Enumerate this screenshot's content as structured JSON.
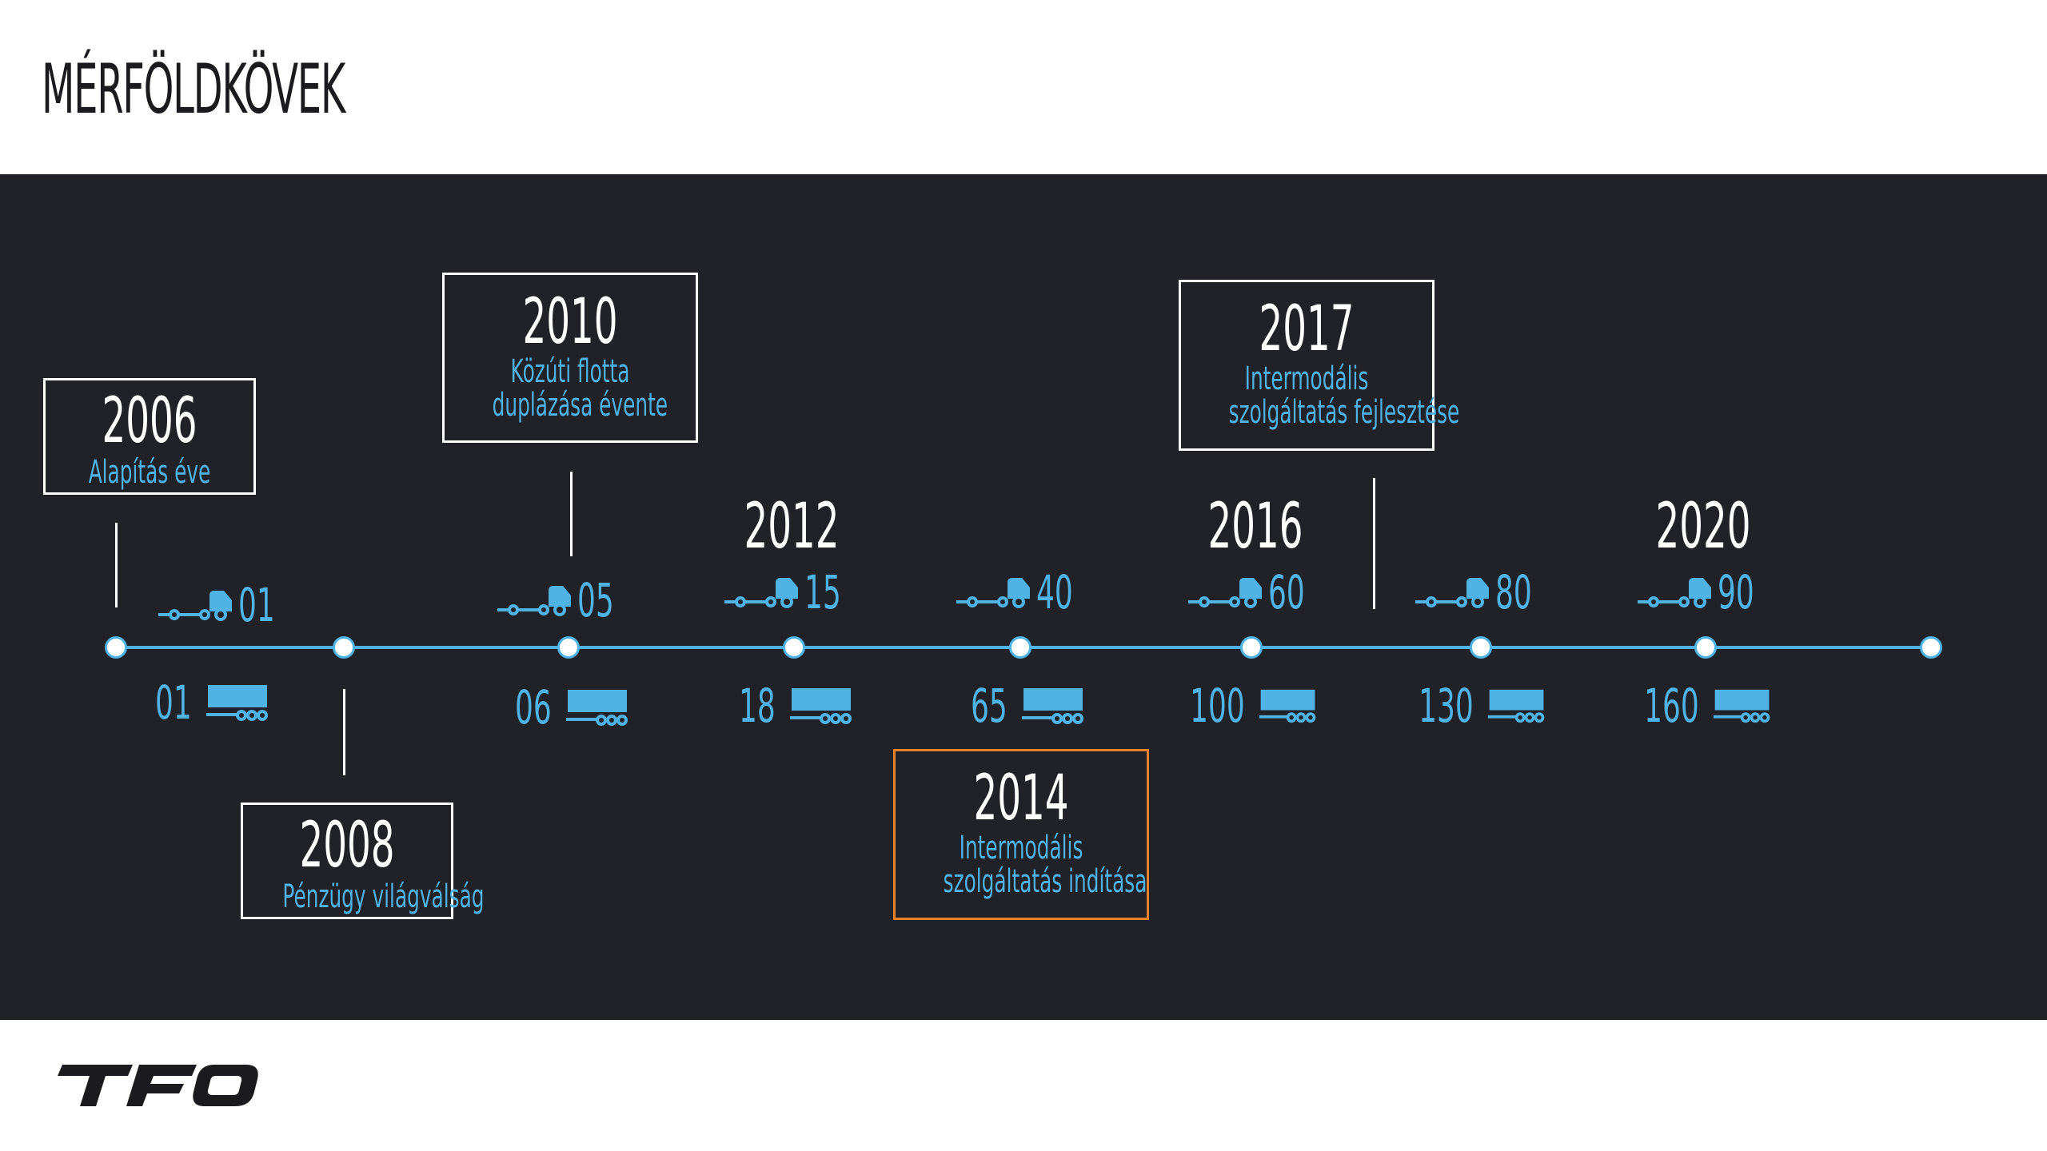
{
  "title": "MÉRFÖLDKÖVEK",
  "colors": {
    "accent": "#4fb3e6",
    "band": "#212128",
    "highlight": "#e8822a",
    "text": "#ffffff"
  },
  "milestones": [
    {
      "year": "2006",
      "desc1": "Alapítás éve",
      "desc2": ""
    },
    {
      "year": "2008",
      "desc1": "Pénzügy világválság",
      "desc2": ""
    },
    {
      "year": "2010",
      "desc1": "Közúti flotta",
      "desc2": "duplázása évente"
    },
    {
      "year": "2012"
    },
    {
      "year": "2014",
      "desc1": "Intermodális",
      "desc2": "szolgáltatás indítása"
    },
    {
      "year": "2016"
    },
    {
      "year": "2017",
      "desc1": "Intermodális",
      "desc2": "szolgáltatás fejlesztése"
    },
    {
      "year": "2020"
    }
  ],
  "trucks": [
    "01",
    "05",
    "15",
    "40",
    "60",
    "80",
    "90"
  ],
  "trailers": [
    "01",
    "06",
    "18",
    "65",
    "100",
    "130",
    "160"
  ],
  "logo": {
    "text": "TFO",
    "icon": "tfo-logo"
  }
}
